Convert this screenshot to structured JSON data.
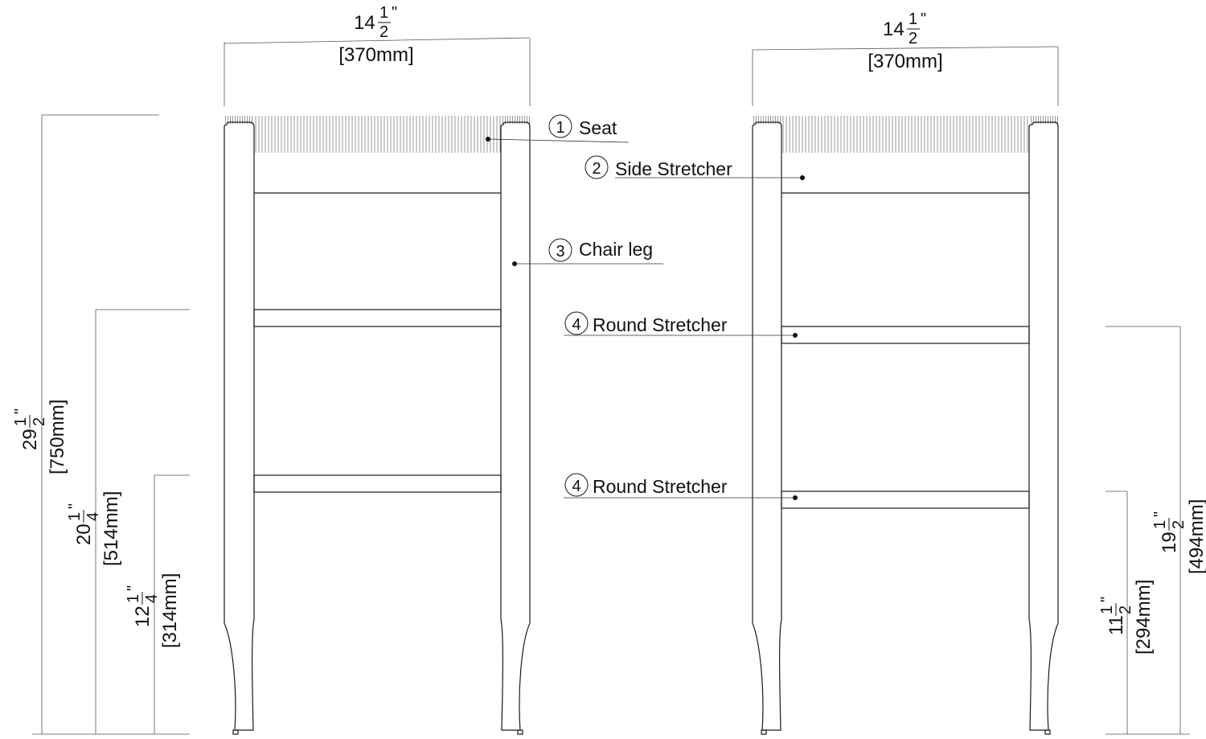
{
  "drawing": {
    "line_color": "#1a1a1a",
    "weave_color": "#9a9a9a",
    "views": [
      {
        "width_whole": "14",
        "width_num": "1",
        "width_den": "2",
        "width_unit": "\"",
        "width_mm": "[370mm]"
      },
      {
        "width_whole": "14",
        "width_num": "1",
        "width_den": "2",
        "width_unit": "\"",
        "width_mm": "[370mm]"
      }
    ],
    "heights_left": [
      {
        "whole": "29",
        "num": "1",
        "den": "2",
        "unit": "\"",
        "mm": "[750mm]"
      },
      {
        "whole": "20",
        "num": "1",
        "den": "4",
        "unit": "\"",
        "mm": "[514mm]"
      },
      {
        "whole": "12",
        "num": "1",
        "den": "4",
        "unit": "\"",
        "mm": "[314mm]"
      }
    ],
    "heights_right": [
      {
        "whole": "19",
        "num": "1",
        "den": "2",
        "unit": "\"",
        "mm": "[494mm]"
      },
      {
        "whole": "11",
        "num": "1",
        "den": "2",
        "unit": "\"",
        "mm": "[294mm]"
      }
    ],
    "callouts": [
      {
        "number": "1",
        "label": "Seat"
      },
      {
        "number": "2",
        "label": "Side Stretcher"
      },
      {
        "number": "3",
        "label": "Chair leg"
      },
      {
        "number": "4",
        "label": "Round Stretcher"
      },
      {
        "number": "4",
        "label": "Round Stretcher"
      }
    ]
  }
}
